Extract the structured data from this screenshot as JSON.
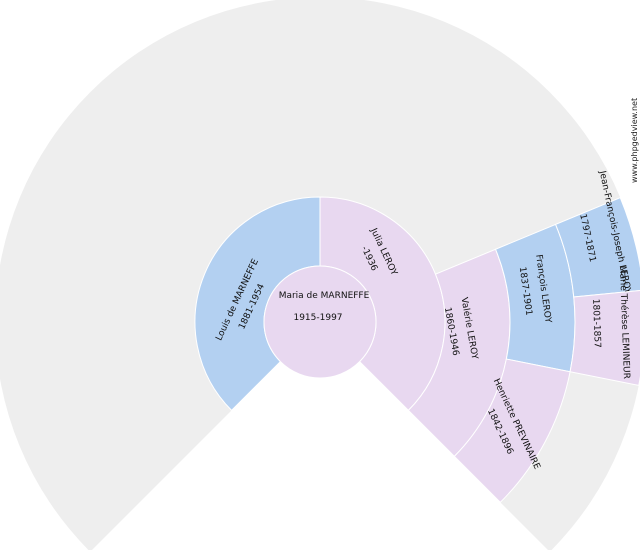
{
  "watermark": "www.phpgedview.net",
  "colors": {
    "background_arc": "#eeeeee",
    "male": "#b3d0f1",
    "female": "#e8d8f0",
    "stroke": "#ffffff"
  },
  "people": {
    "root": {
      "name": "Maria de MARNEFFE",
      "dates": "1915-1997",
      "sex": "female"
    },
    "father": {
      "name": "Louis de MARNEFFE",
      "dates": "1881-1954",
      "sex": "male"
    },
    "mother": {
      "name": "Julia LEROY",
      "dates": "-1936",
      "sex": "female"
    },
    "mm": {
      "name": "Valérie LEROY",
      "dates": "1860-1946",
      "sex": "female"
    },
    "mmf": {
      "name": "François LEROY",
      "dates": "1837-1901",
      "sex": "male"
    },
    "mmm": {
      "name": "Henriette PREVINAIRE",
      "dates": "1842-1896",
      "sex": "female"
    },
    "mmff": {
      "name": "Jean-François-Joseph LEROY",
      "dates": "1797-1871",
      "sex": "male"
    },
    "mmfm": {
      "name": "Marie Thérèse LEMINEUR",
      "dates": "1801-1857",
      "sex": "female"
    }
  }
}
